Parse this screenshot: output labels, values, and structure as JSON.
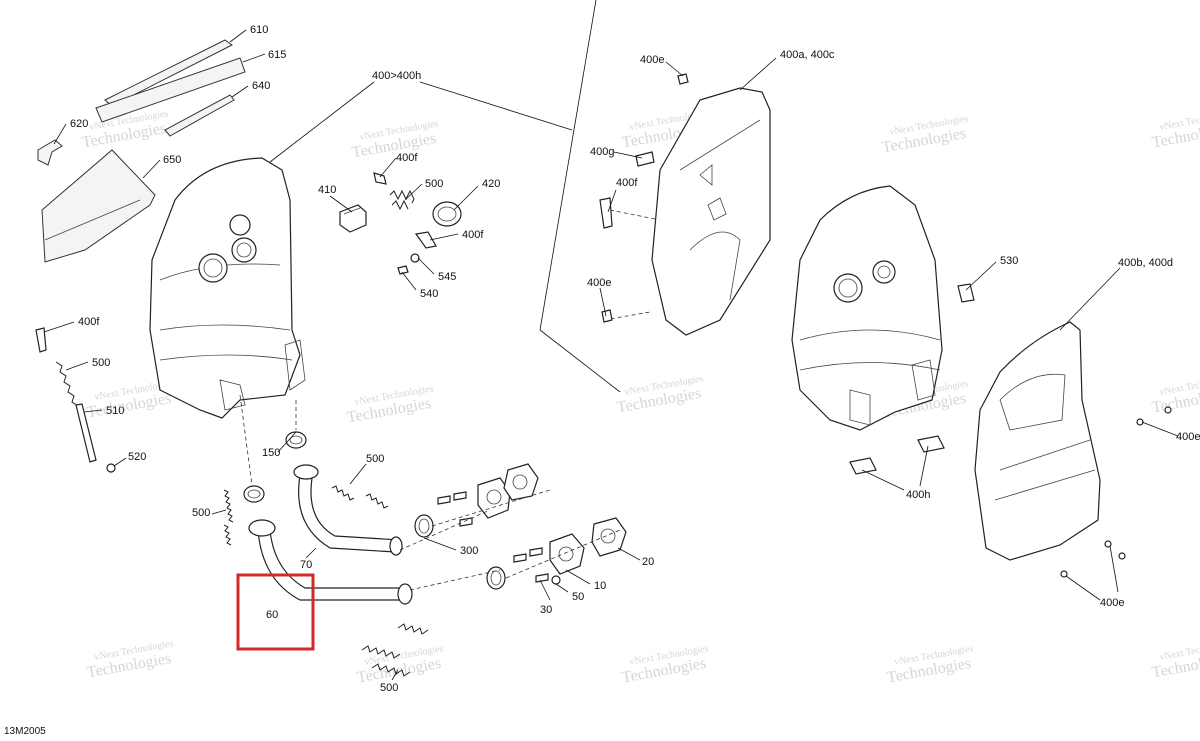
{
  "diagram_code": "13M2005",
  "watermark": {
    "line1": "vNext Technologies",
    "line2": "Technologies"
  },
  "callouts": [
    {
      "id": "c610",
      "text": "610"
    },
    {
      "id": "c615",
      "text": "615"
    },
    {
      "id": "c640",
      "text": "640"
    },
    {
      "id": "c620",
      "text": "620"
    },
    {
      "id": "c650",
      "text": "650"
    },
    {
      "id": "c400h_range",
      "text": "400>400h"
    },
    {
      "id": "c400f_a",
      "text": "400f"
    },
    {
      "id": "c500_a",
      "text": "500"
    },
    {
      "id": "c410",
      "text": "410"
    },
    {
      "id": "c420",
      "text": "420"
    },
    {
      "id": "c400f_b",
      "text": "400f"
    },
    {
      "id": "c545",
      "text": "545"
    },
    {
      "id": "c540",
      "text": "540"
    },
    {
      "id": "c400e_top",
      "text": "400e"
    },
    {
      "id": "c400ac",
      "text": "400a, 400c"
    },
    {
      "id": "c400g",
      "text": "400g"
    },
    {
      "id": "c400f_c",
      "text": "400f"
    },
    {
      "id": "c400e_mid",
      "text": "400e"
    },
    {
      "id": "c530",
      "text": "530"
    },
    {
      "id": "c400bd",
      "text": "400b, 400d"
    },
    {
      "id": "c400f_left",
      "text": "400f"
    },
    {
      "id": "c500_left",
      "text": "500"
    },
    {
      "id": "c510",
      "text": "510"
    },
    {
      "id": "c520",
      "text": "520"
    },
    {
      "id": "c150",
      "text": "150"
    },
    {
      "id": "c500_mid",
      "text": "500"
    },
    {
      "id": "c500_lower_left",
      "text": "500"
    },
    {
      "id": "c70",
      "text": "70"
    },
    {
      "id": "c300",
      "text": "300"
    },
    {
      "id": "c60",
      "text": "60"
    },
    {
      "id": "c10",
      "text": "10"
    },
    {
      "id": "c20",
      "text": "20"
    },
    {
      "id": "c30",
      "text": "30"
    },
    {
      "id": "c50",
      "text": "50"
    },
    {
      "id": "c500_bottom",
      "text": "500"
    },
    {
      "id": "c400h",
      "text": "400h"
    },
    {
      "id": "c400e_right",
      "text": "400e"
    },
    {
      "id": "c400e_bottom",
      "text": "400e"
    }
  ],
  "highlight": {
    "target": "60",
    "color": "#d62728"
  }
}
